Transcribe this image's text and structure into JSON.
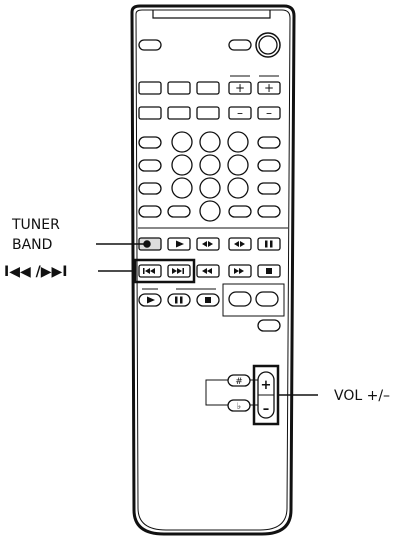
{
  "labels": {
    "tuner_line1": "TUNER",
    "tuner_line2": "BAND",
    "skip": "I◀◀ /▶▶I",
    "volume": "VOL +/–"
  },
  "button_glyphs": {
    "plus": "+",
    "minus": "–",
    "sharp": "#",
    "flat": "♭"
  },
  "colors": {
    "ink": "#111111",
    "remote_body": "#ffffff"
  }
}
